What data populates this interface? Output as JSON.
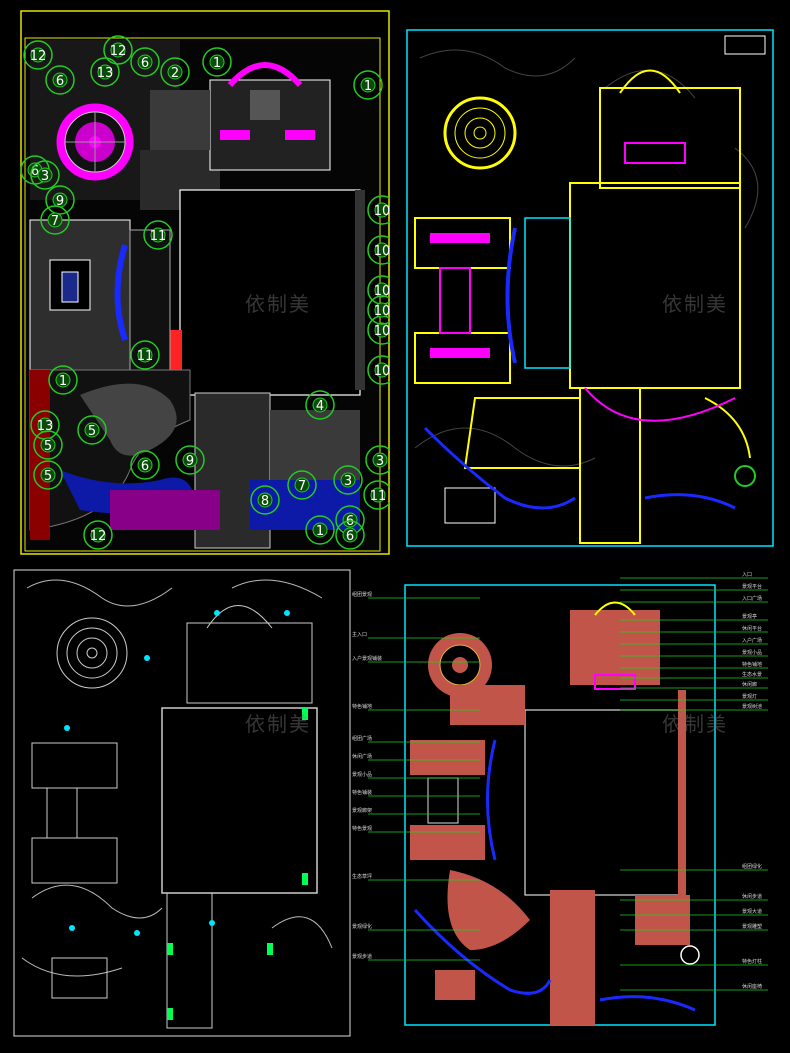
{
  "watermark": "依制美",
  "panels": {
    "planting": {
      "plant_numbers": [
        "12",
        "12",
        "6",
        "13",
        "6",
        "2",
        "1",
        "1",
        "6",
        "3",
        "9",
        "7",
        "11",
        "11",
        "10",
        "10",
        "10",
        "10",
        "10",
        "10",
        "4",
        "1",
        "13",
        "5",
        "5",
        "5",
        "9",
        "6",
        "8",
        "7",
        "3",
        "3",
        "11",
        "6",
        "1",
        "6",
        "12"
      ]
    },
    "callout_labels_left": [
      "组团景观",
      "主入口",
      "入户景观铺装",
      "特色铺地",
      "组团广场",
      "休闲广场",
      "景观小品",
      "特色铺装",
      "景观廊架",
      "特色景观",
      "生态草坪",
      "景观绿化",
      "景观步道"
    ],
    "callout_labels_right": [
      "入口",
      "景观平台",
      "入口广场",
      "景观亭",
      "休闲平台",
      "入户广场",
      "景观小品",
      "特色铺地",
      "生态水景",
      "休闲廊",
      "景观灯",
      "景观树池",
      "组团绿化",
      "休闲步道",
      "景观大道",
      "景观雕塑",
      "特色灯柱",
      "休闲座椅"
    ]
  },
  "colors": {
    "frame": "#e6e600",
    "cyan": "#00e5ff",
    "magenta": "#ff00ff",
    "green": "#22cc22",
    "red": "#cc1111",
    "blue": "#1030ff",
    "brick": "#c2554a"
  }
}
